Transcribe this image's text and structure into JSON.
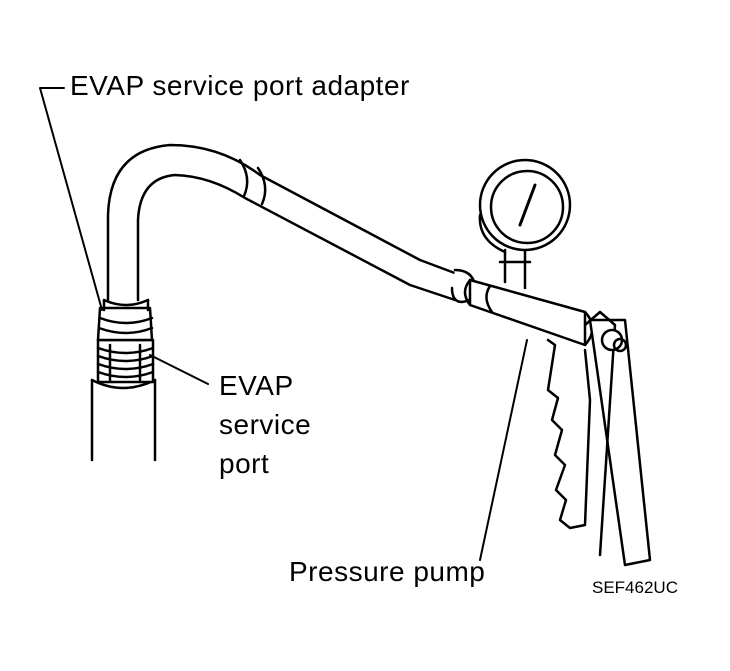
{
  "labels": {
    "adapter": "EVAP service port adapter",
    "port_line1": "EVAP",
    "port_line2": "service",
    "port_line3": "port",
    "pump": "Pressure pump",
    "figure_code": "SEF462UC"
  },
  "colors": {
    "line": "#000000",
    "background": "#ffffff"
  }
}
